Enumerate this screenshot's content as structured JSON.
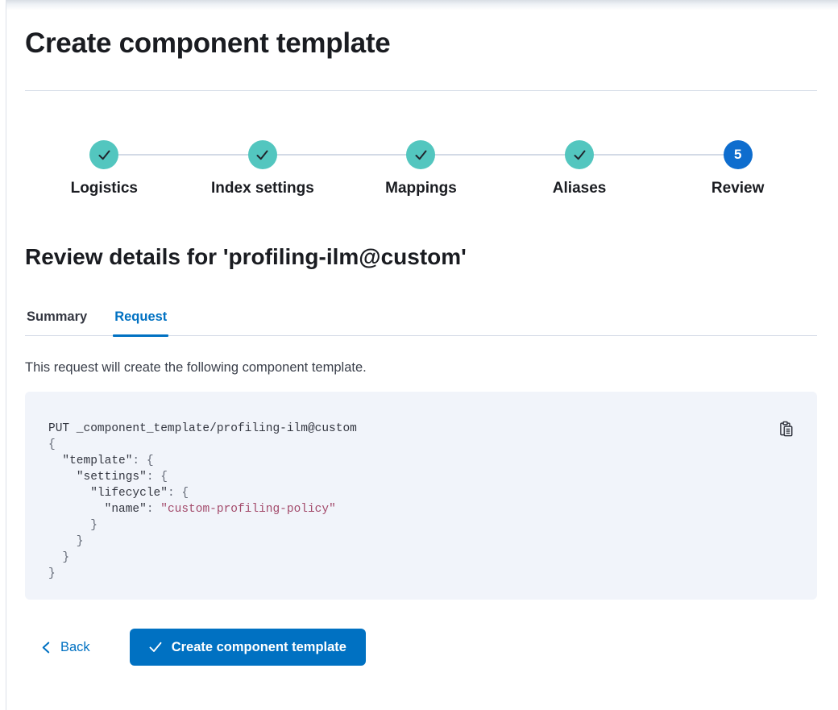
{
  "page": {
    "title": "Create component template"
  },
  "steps": {
    "items": [
      {
        "label": "Logistics",
        "state": "complete"
      },
      {
        "label": "Index settings",
        "state": "complete"
      },
      {
        "label": "Mappings",
        "state": "complete"
      },
      {
        "label": "Aliases",
        "state": "complete"
      },
      {
        "label": "Review",
        "state": "current",
        "number": "5"
      }
    ]
  },
  "review": {
    "heading": "Review details for 'profiling-ilm@custom'",
    "tabs": [
      {
        "label": "Summary",
        "active": false
      },
      {
        "label": "Request",
        "active": true
      }
    ],
    "description": "This request will create the following component template."
  },
  "code": {
    "lines": [
      [
        {
          "t": "PUT _component_template/profiling-ilm@custom",
          "y": "k"
        }
      ],
      [
        {
          "t": "{",
          "y": "p"
        }
      ],
      [
        {
          "t": "  ",
          "y": "k"
        },
        {
          "t": "\"template\"",
          "y": "k"
        },
        {
          "t": ": ",
          "y": "p"
        },
        {
          "t": "{",
          "y": "p"
        }
      ],
      [
        {
          "t": "    ",
          "y": "k"
        },
        {
          "t": "\"settings\"",
          "y": "k"
        },
        {
          "t": ": ",
          "y": "p"
        },
        {
          "t": "{",
          "y": "p"
        }
      ],
      [
        {
          "t": "      ",
          "y": "k"
        },
        {
          "t": "\"lifecycle\"",
          "y": "k"
        },
        {
          "t": ": ",
          "y": "p"
        },
        {
          "t": "{",
          "y": "p"
        }
      ],
      [
        {
          "t": "        ",
          "y": "k"
        },
        {
          "t": "\"name\"",
          "y": "k"
        },
        {
          "t": ": ",
          "y": "p"
        },
        {
          "t": "\"custom-profiling-policy\"",
          "y": "s"
        }
      ],
      [
        {
          "t": "      }",
          "y": "p"
        }
      ],
      [
        {
          "t": "    }",
          "y": "p"
        }
      ],
      [
        {
          "t": "  }",
          "y": "p"
        }
      ],
      [
        {
          "t": "}",
          "y": "p"
        }
      ]
    ]
  },
  "footer": {
    "back_label": "Back",
    "create_label": "Create component template"
  },
  "icons": {
    "step_check": "✓",
    "back_chevron": "‹",
    "button_check": "✓",
    "copy": "⧉"
  },
  "colors": {
    "primary_blue": "#0071c2",
    "step_complete_teal": "#53c6bf",
    "step_current_blue": "#0e6dce",
    "divider_gray": "#d3dae6",
    "heading_text": "#1a1c21",
    "body_text": "#343741",
    "code_background": "#f1f4fa",
    "code_text": "#343741",
    "code_punctuation": "#646a77",
    "code_string": "#a34a6b"
  }
}
